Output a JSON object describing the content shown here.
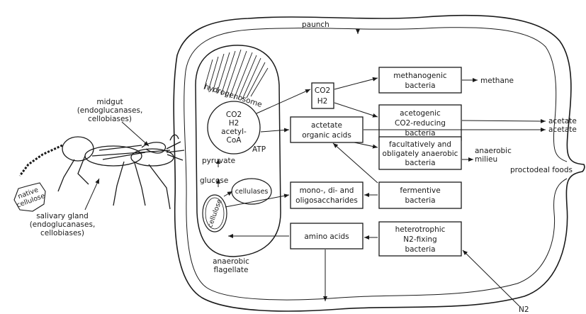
{
  "labels": {
    "paunch": "paunch",
    "midgut_1": "midgut",
    "midgut_2": "(endoglucanases,",
    "midgut_3": "cellobiases)",
    "salivary_1": "salivary gland",
    "salivary_2": "(endoglucanases,",
    "salivary_3": "cellobiases)",
    "native_1": "native",
    "native_2": "cellulose",
    "hydrogenosome": "hydrogenosome",
    "hyd_1": "CO2",
    "hyd_2": "H2",
    "hyd_3": "acetyl-",
    "hyd_4": "CoA",
    "atp": "ATP",
    "pyruvate": "pyruvate",
    "glucose": "glucose",
    "cellulases": "cellulases",
    "cellulose": "cellulose",
    "flagellate_1": "anaerobic",
    "flagellate_2": "flagellate",
    "methane": "methane",
    "acetate_1": "acetate",
    "acetate_2": "acetate",
    "milieu_1": "anaerobic",
    "milieu_2": "milieu",
    "proctodeal": "proctodeal foods",
    "n2": "N2"
  },
  "boxes": {
    "co2h2": [
      "CO2",
      "H2"
    ],
    "methanogenic": [
      "methanogenic",
      "bacteria"
    ],
    "acetogenic": [
      "acetogenic",
      "CO2-reducing",
      "bacteria"
    ],
    "acetate_organic": [
      "actetate",
      "organic acids"
    ],
    "facultative": [
      "facultatively and",
      "obligately anaerobic",
      "bacteria"
    ],
    "mono": [
      "mono-, di- and",
      "oligosaccharides"
    ],
    "fermentive": [
      "fermentive",
      "bacteria"
    ],
    "amino": [
      "amino acids"
    ],
    "heterotrophic": [
      "heterotrophic",
      "N2-fixing",
      "bacteria"
    ]
  }
}
